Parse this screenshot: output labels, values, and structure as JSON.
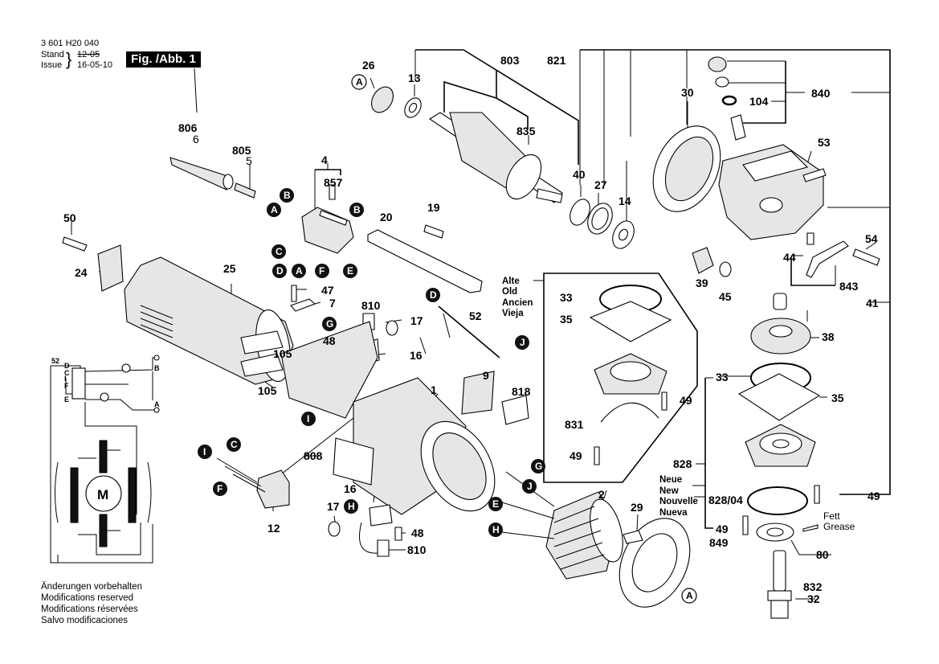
{
  "header": {
    "part_number": "3 601 H20 040",
    "stand_label": "Stand",
    "issue_label": "Issue",
    "stand_date_struck": "12-05",
    "issue_date": "16-05-10",
    "figure_label": "Fig. /Abb. 1"
  },
  "footer": {
    "lines": [
      "Änderungen vorbehalten",
      "Modifications reserved",
      "Modifications réservées",
      "Salvo modificaciones"
    ]
  },
  "version_labels": {
    "old": [
      "Alte",
      "Old",
      "Ancien",
      "Vieja"
    ],
    "new": [
      "Neue",
      "New",
      "Nouvelle",
      "Nueva"
    ]
  },
  "grease_note": [
    "Fett",
    "Grease"
  ],
  "wiring_diagram": {
    "cable_label": "52",
    "terminals": [
      "D",
      "C",
      "I",
      "F",
      "E",
      "B",
      "A"
    ],
    "motor_label": "M"
  },
  "callouts": {
    "c26": "26",
    "c13": "13",
    "c803": "803",
    "c835": "835",
    "c821": "821",
    "c30": "30",
    "c40": "40",
    "c27": "27",
    "c14": "14",
    "c104": "104",
    "c840": "840",
    "c53": "53",
    "c54": "54",
    "c44": "44",
    "c843": "843",
    "c39": "39",
    "c45": "45",
    "c41": "41",
    "c38": "38",
    "c33a": "33",
    "c35a": "35",
    "c49a": "49",
    "c831": "831",
    "c49b": "49",
    "c33b": "33",
    "c35b": "35",
    "c828": "828",
    "c49c": "49",
    "c828_04": "828/04",
    "c49d": "49",
    "c849": "849",
    "c80": "80",
    "c832": "832",
    "c32": "32",
    "c806": "806",
    "c6": "6",
    "c805": "805",
    "c5": "5",
    "c4": "4",
    "c857": "857",
    "c19": "19",
    "c20": "20",
    "c50": "50",
    "c24": "24",
    "c25": "25",
    "c47": "47",
    "c7": "7",
    "c810a": "810",
    "c17a": "17",
    "c48a": "48",
    "c16a": "16",
    "c52": "52",
    "c105a": "105",
    "c105b": "105",
    "c1": "1",
    "c9": "9",
    "c818": "818",
    "c808": "808",
    "c12": "12",
    "c16b": "16",
    "c17b": "17",
    "c48b": "48",
    "c810b": "810",
    "c2": "2",
    "c29": "29"
  },
  "connection_markers": {
    "m_A1": "A",
    "m_B1": "B",
    "m_A2": "A",
    "m_B2": "B",
    "m_C1": "C",
    "m_D1": "D",
    "m_A3": "A",
    "m_F1": "F",
    "m_E1": "E",
    "m_G1": "G",
    "m_D2": "D",
    "m_J1": "J",
    "m_I1": "I",
    "m_I2": "I",
    "m_C2": "C",
    "m_F2": "F",
    "m_H1": "H",
    "m_G2": "G",
    "m_J2": "J",
    "m_E2": "E",
    "m_H2": "H",
    "m_A4": "A"
  }
}
